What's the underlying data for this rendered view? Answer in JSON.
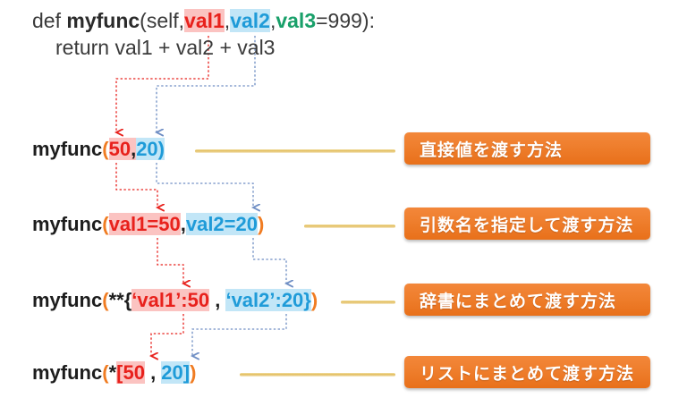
{
  "colors": {
    "red": "#e8211c",
    "red_bg": "#fbc3c1",
    "blue": "#1f9bd8",
    "blue_bg": "#c2e6f7",
    "green": "#19a06a",
    "orange": "#f07c22",
    "badge_orange": "#ef7f2e",
    "gold": "#e2bc5c",
    "text": "#3a3a3a"
  },
  "definition": {
    "line1": {
      "kw_def": "def ",
      "func_name": "myfunc",
      "open_paren": "(",
      "self": "self,",
      "val1": "val1",
      "comma1": ",",
      "val2": "val2",
      "comma2": ",",
      "val3": "val3",
      "default": "=999):"
    },
    "line2": "return val1 + val2 + val3"
  },
  "calls": [
    {
      "id": "call-direct",
      "fn": "myfunc",
      "open": "(",
      "arg1": "50",
      "sep": ",",
      "arg2": "20",
      "close": ")",
      "label": "直接値を渡す方法"
    },
    {
      "id": "call-keyword",
      "fn": "myfunc",
      "open": "(",
      "arg1": "val1=50",
      "sep": ",",
      "arg2": "val2=20",
      "close": ")",
      "label": "引数名を指定して渡す方法"
    },
    {
      "id": "call-dict",
      "fn": "myfunc",
      "open": "(",
      "stars": "**",
      "brace_open": "{",
      "arg1": "‘val1’:50",
      "sep": " , ",
      "arg2": "‘val2’:20",
      "brace_close": "}",
      "close": ")",
      "label": "辞書にまとめて渡す方法"
    },
    {
      "id": "call-list",
      "fn": "myfunc",
      "open": "(",
      "stars": "*",
      "bracket_open": "[",
      "arg1": "50",
      "sep": " , ",
      "arg2": "20",
      "bracket_close": "]",
      "close": ")",
      "label": "リストにまとめて渡す方法"
    }
  ]
}
